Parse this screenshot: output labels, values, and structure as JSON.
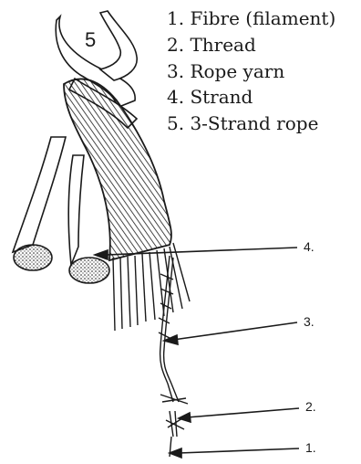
{
  "legend": {
    "items": [
      "1. Fibre (filament)",
      "2. Thread",
      "3. Rope yarn",
      "4. Strand",
      "5. 3-Strand rope"
    ]
  },
  "callouts": {
    "strand_label": "4.",
    "rope_yarn_label": "3.",
    "thread_label": "2.",
    "fibre_label": "1."
  },
  "rope_number": "5",
  "colors": {
    "ink": "#1a1a1a",
    "paper": "#ffffff"
  }
}
